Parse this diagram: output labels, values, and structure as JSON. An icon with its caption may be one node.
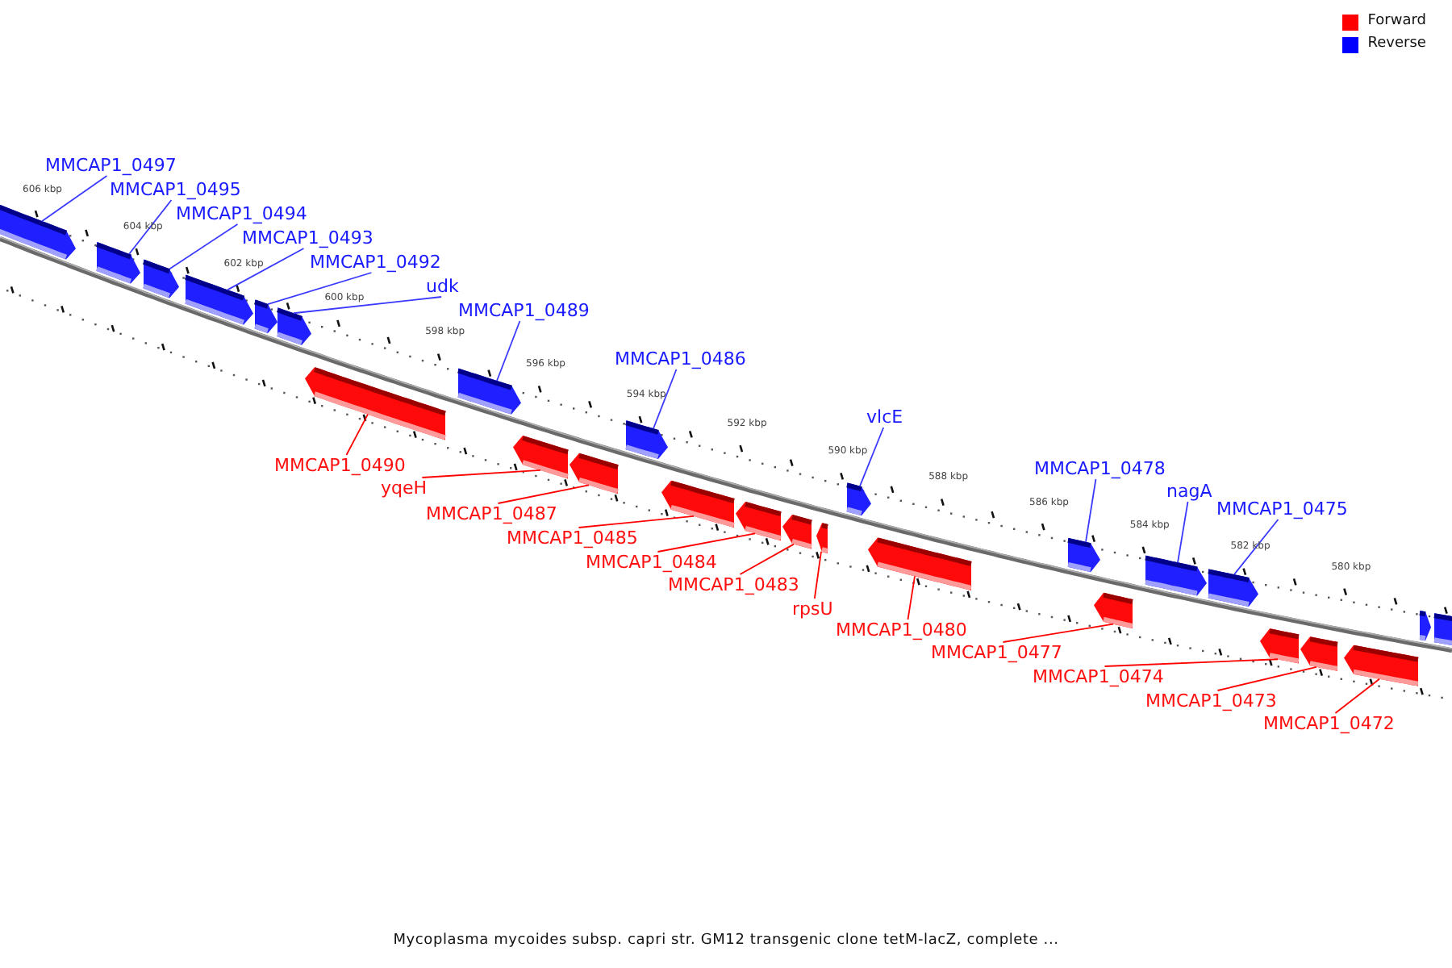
{
  "diagram": {
    "caption": "Mycoplasma mycoides subsp. capri str. GM12 transgenic clone tetM-lacZ, complete ...",
    "nodes": [
      {
        "text": [
          "MMCAP1_0497"
        ]
      },
      {
        "text": [
          "MMCAP1_0495"
        ]
      },
      {
        "text": [
          "MMCAP1_0494"
        ]
      },
      {
        "text": [
          "MMCAP1_0493"
        ]
      },
      {
        "text": [
          "MMCAP1_0492"
        ]
      },
      {
        "text": [
          "udk"
        ]
      },
      {
        "text": [
          "MMCAP1_0489"
        ]
      },
      {
        "text": [
          "MMCAP1_0486"
        ]
      },
      {
        "text": [
          "vlcE"
        ]
      },
      {
        "text": [
          "MMCAP1_0478"
        ]
      },
      {
        "text": [
          "nagA"
        ]
      },
      {
        "text": [
          "MMCAP1_0475"
        ]
      },
      {
        "text": [
          "MMCAP1_0490"
        ]
      },
      {
        "text": [
          "yqeH"
        ]
      },
      {
        "text": [
          "MMCAP1_0487"
        ]
      },
      {
        "text": [
          "MMCAP1_0485"
        ]
      },
      {
        "text": [
          "MMCAP1_0484"
        ]
      },
      {
        "text": [
          "MMCAP1_0483"
        ]
      },
      {
        "text": [
          "rpsU"
        ]
      },
      {
        "text": [
          "MMCAP1_0480"
        ]
      },
      {
        "text": [
          "MMCAP1_0477"
        ]
      },
      {
        "text": [
          "MMCAP1_0474"
        ]
      },
      {
        "text": [
          "MMCAP1_0473"
        ]
      },
      {
        "text": [
          "MMCAP1_0472"
        ]
      },
      {
        "text": [],
        "shape": "box"
      },
      {
        "text": [],
        "shape": "box"
      },
      {
        "text": [],
        "shape": "box"
      },
      {
        "text": [],
        "shape": "box"
      },
      {
        "text": [],
        "shape": "box"
      },
      {
        "text": [],
        "shape": "box"
      },
      {
        "text": [],
        "shape": "box"
      },
      {
        "text": [],
        "shape": "box"
      },
      {
        "text": [],
        "shape": "box"
      },
      {
        "text": [],
        "shape": "box"
      },
      {
        "text": [],
        "shape": "box"
      },
      {
        "text": [],
        "shape": "box"
      },
      {
        "text": [],
        "shape": "box"
      },
      {
        "text": [],
        "shape": "box"
      },
      {
        "text": [],
        "shape": "box"
      },
      {
        "text": [],
        "shape": "box"
      },
      {
        "text": [],
        "shape": "box"
      },
      {
        "text": [],
        "shape": "box"
      },
      {
        "text": [],
        "shape": "box"
      },
      {
        "text": [],
        "shape": "box"
      },
      {
        "text": [],
        "shape": "box"
      },
      {
        "text": [],
        "shape": "box"
      },
      {
        "text": [],
        "shape": "box"
      },
      {
        "text": [],
        "shape": "box"
      },
      {
        "text": [],
        "shape": "box"
      },
      {
        "text": [],
        "shape": "box"
      }
    ],
    "edges": [
      {
        "from": 0,
        "to": 24,
        "arrow": "none"
      },
      {
        "from": 1,
        "to": 25,
        "arrow": "none"
      },
      {
        "from": 2,
        "to": 26,
        "arrow": "none"
      },
      {
        "from": 3,
        "to": 27,
        "arrow": "none"
      },
      {
        "from": 4,
        "to": 28,
        "arrow": "none"
      },
      {
        "from": 5,
        "to": 29,
        "arrow": "none"
      },
      {
        "from": 6,
        "to": 31,
        "arrow": "none"
      },
      {
        "from": 7,
        "to": 34,
        "arrow": "none"
      },
      {
        "from": 8,
        "to": 39,
        "arrow": "none"
      },
      {
        "from": 9,
        "to": 41,
        "arrow": "none"
      },
      {
        "from": 10,
        "to": 43,
        "arrow": "none"
      },
      {
        "from": 11,
        "to": 44,
        "arrow": "none"
      },
      {
        "from": 12,
        "to": 30,
        "arrow": "none",
        "color": "#ff0000"
      },
      {
        "from": 13,
        "to": 32,
        "arrow": "none",
        "color": "#ff0000"
      },
      {
        "from": 14,
        "to": 33,
        "arrow": "none",
        "color": "#ff0000"
      },
      {
        "from": 15,
        "to": 35,
        "arrow": "none",
        "color": "#ff0000"
      },
      {
        "from": 16,
        "to": 36,
        "arrow": "none",
        "color": "#ff0000"
      },
      {
        "from": 17,
        "to": 37,
        "arrow": "none",
        "color": "#ff0000"
      },
      {
        "from": 18,
        "to": 38,
        "arrow": "none",
        "color": "#ff0000"
      },
      {
        "from": 19,
        "to": 40,
        "arrow": "none",
        "color": "#ff0000"
      },
      {
        "from": 20,
        "to": 42,
        "arrow": "none",
        "color": "#ff0000"
      },
      {
        "from": 21,
        "to": 45,
        "arrow": "none",
        "color": "#ff0000"
      },
      {
        "from": 22,
        "to": 46,
        "arrow": "none",
        "color": "#ff0000"
      },
      {
        "from": 23,
        "to": 47,
        "arrow": "none",
        "color": "#ff0000"
      }
    ],
    "labels": [
      "606 kbp",
      "604 kbp",
      "602 kbp",
      "600 kbp",
      "598 kbp",
      "596 kbp",
      "594 kbp",
      "592 kbp",
      "590 kbp",
      "588 kbp",
      "586 kbp",
      "584 kbp",
      "582 kbp",
      "580 kbp"
    ],
    "legend": [
      {
        "text": "Forward",
        "color": "#ff0000"
      },
      {
        "text": "Reverse",
        "color": "#0000ff"
      }
    ]
  }
}
